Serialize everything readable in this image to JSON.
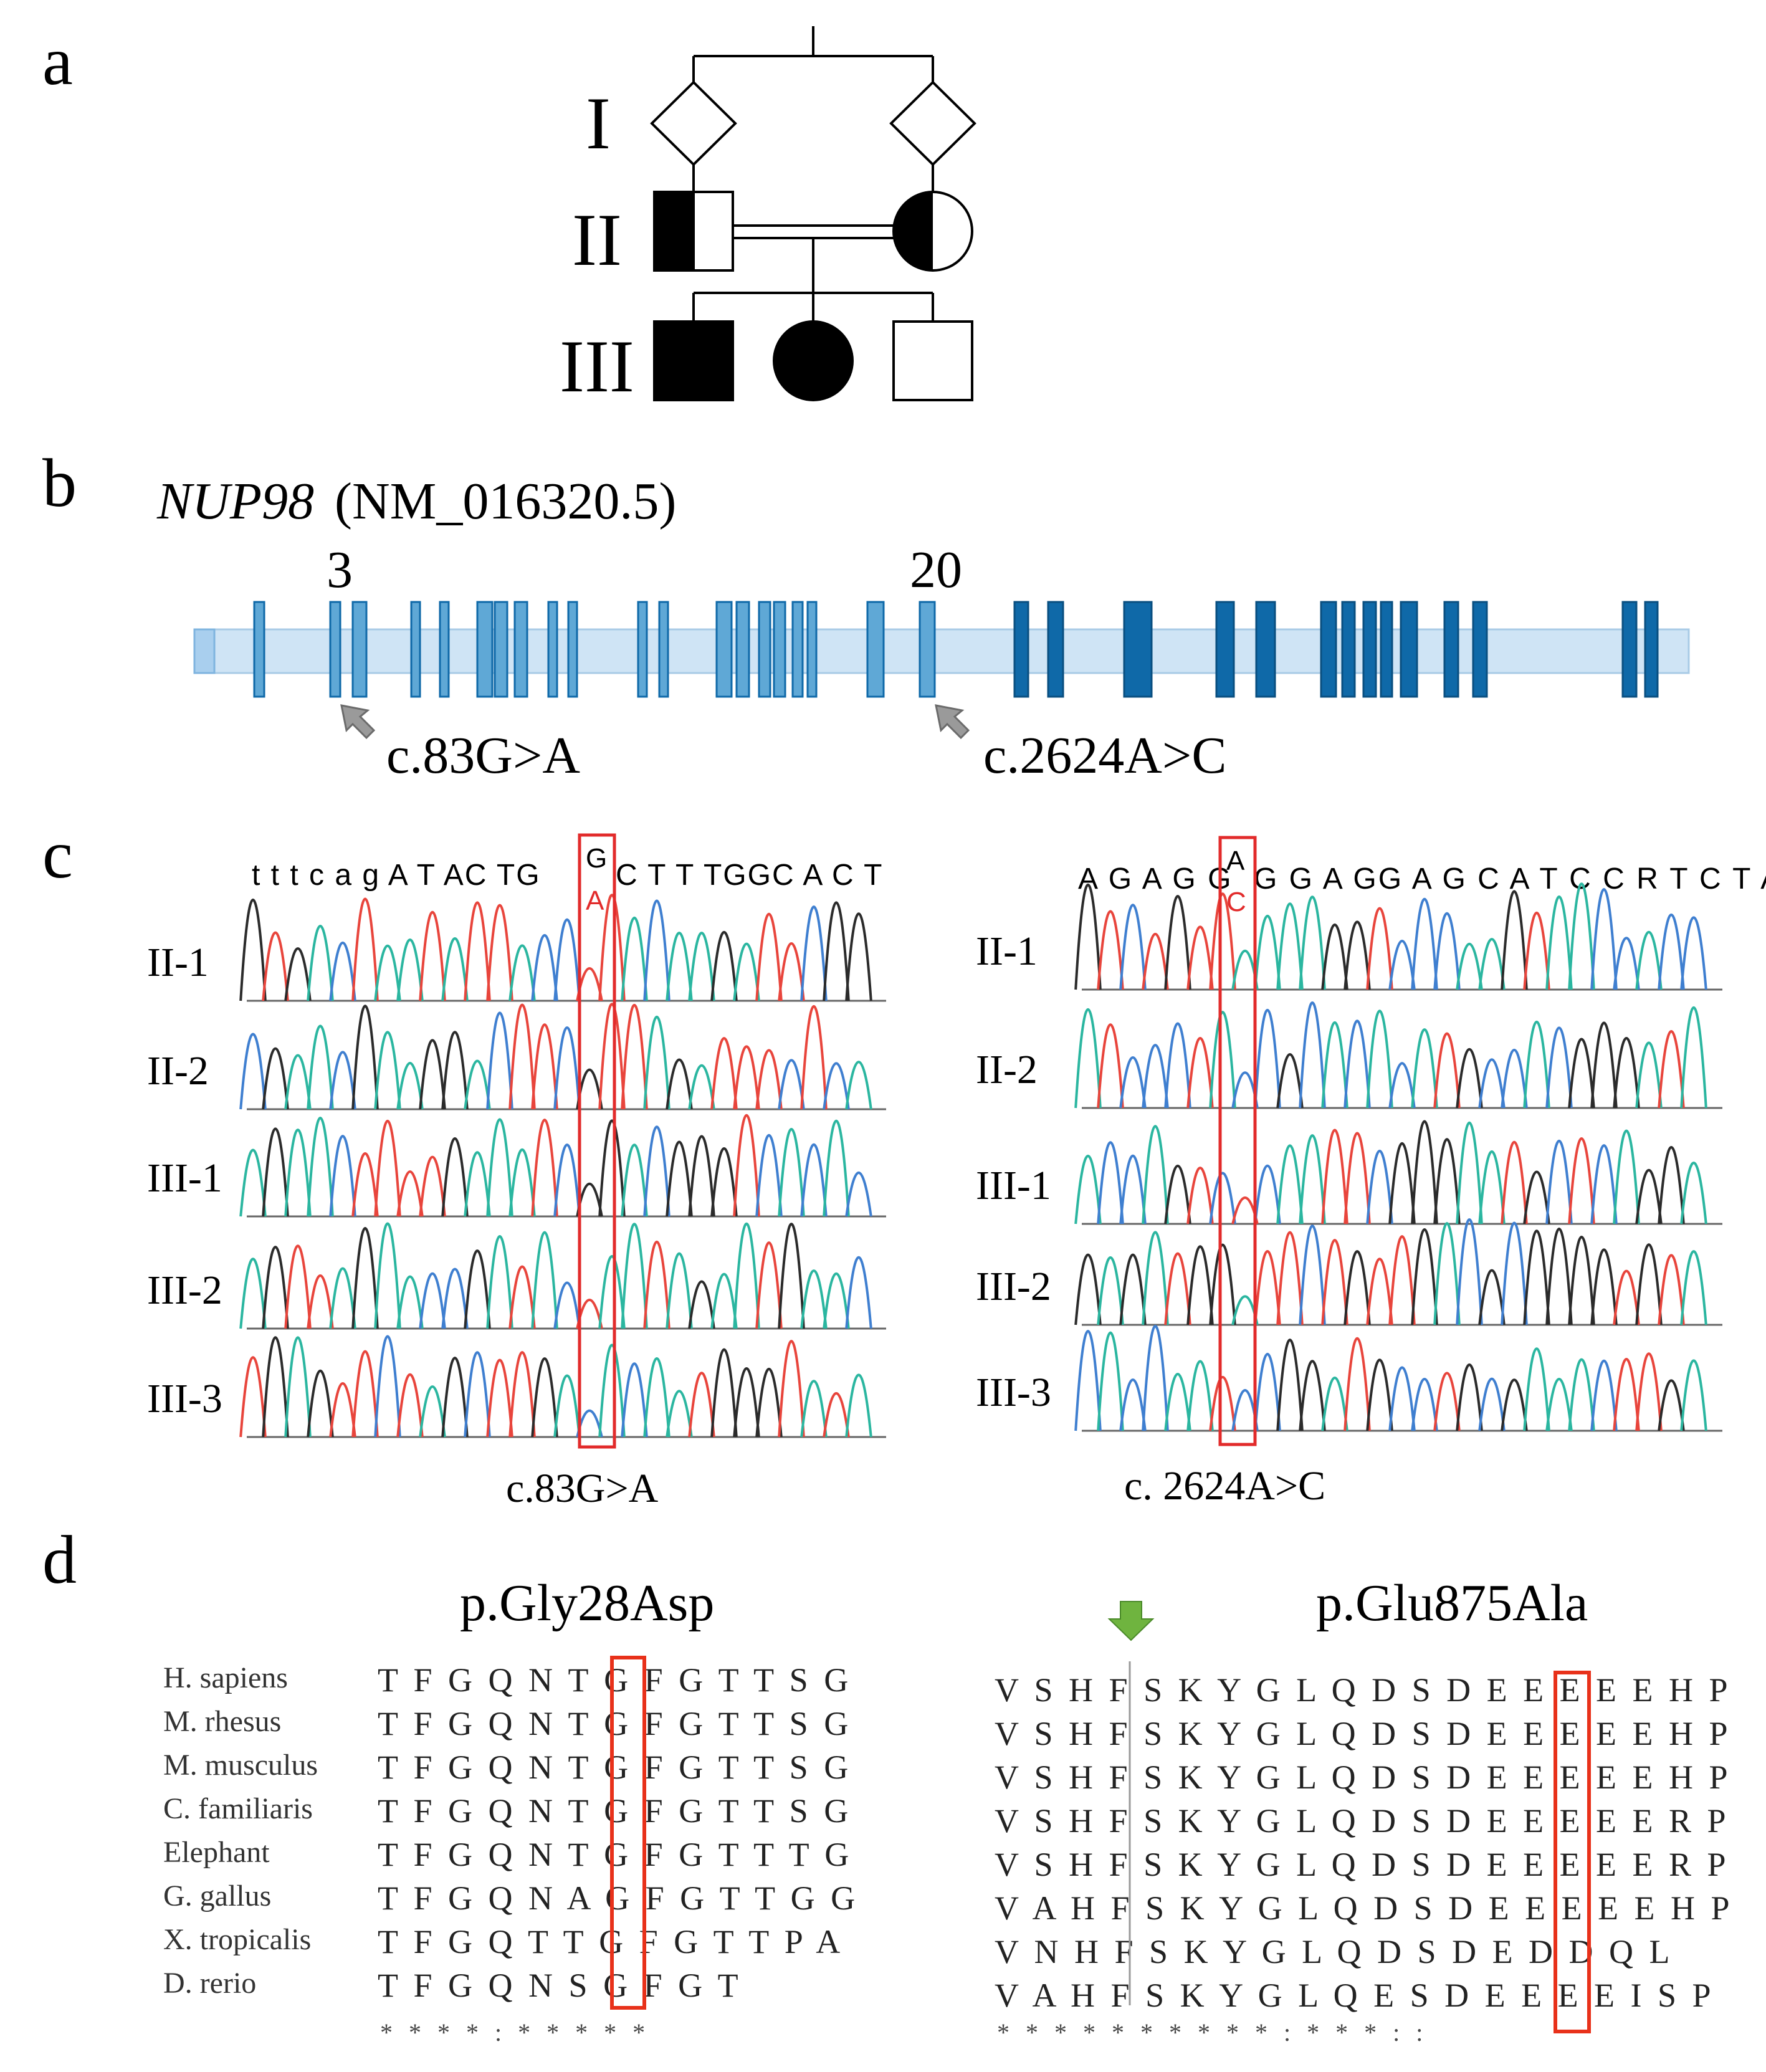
{
  "panel_labels": [
    "a",
    "b",
    "c",
    "d"
  ],
  "pedigree": {
    "generations": [
      "I",
      "II",
      "III"
    ]
  },
  "gene": {
    "name": "NUP98",
    "accession": "(NM_016320.5)",
    "exon_labels": [
      "3",
      "20"
    ],
    "variants": [
      "c.83G>A",
      "c.2624A>C"
    ]
  },
  "chromatograms": [
    {
      "ref_prefix": "t t t c a g A T AC TG",
      "ref_suffix": "C T T TGGC A C T",
      "ref_base": "G",
      "alt_base": "A",
      "samples": [
        "II-1",
        "II-2",
        "III-1",
        "III-2",
        "III-3"
      ],
      "caption": "c.83G>A"
    },
    {
      "ref_prefix": "A G A G G",
      "ref_suffix": "G G A GG A G C A T C C R T C  T A",
      "ref_base": "A",
      "alt_base": "C",
      "samples": [
        "II-1",
        "II-2",
        "III-1",
        "III-2",
        "III-3"
      ],
      "caption": "c. 2624A>C"
    }
  ],
  "alignment": {
    "species": [
      "H. sapiens",
      "M. rhesus",
      "M. musculus",
      "C. familiaris",
      "Elephant",
      "G. gallus",
      "X. tropicalis",
      "D. rerio"
    ],
    "left": {
      "title": "p.Gly28Asp",
      "rows": [
        "T F G Q N T G F G T T S G",
        "T F G Q N T G F G T T S G",
        "T F G Q N T G F G T T S G",
        "T F G Q N T G F G T T S G",
        "T F G Q N T G F G T T T G",
        "T F G Q N A G F G T T G G",
        "T F G Q T T G F G T T P A",
        "T F G Q N S G F G T"
      ],
      "conservation": "* * * * :     * * * * *"
    },
    "right": {
      "title": "p.Glu875Ala",
      "rows": [
        "V S H F S K Y G L Q D S D E E E E E H P",
        "V S H F S K Y G L Q D S D E E E E E H P",
        "V S H F S K Y G L Q D S D E E E E E H P",
        "V S H F S K Y G L Q D S D E E E E E R P",
        "V S H F S K Y G L Q D S D E E E E E R P",
        "V A H F S K Y G L Q D S D E E E E E H P",
        "V N H F S K Y G L Q D S D       E D D Q L",
        "V A H F S K Y G L Q E S D E E E E I  S P"
      ],
      "conservation": "*   * * * * * * * * * :  * *       * :       :"
    },
    "colors": {
      "highlight_box": "#e8311a",
      "arrow": "#6fb43f"
    }
  },
  "colors": {
    "exon_light": "#5fa8d6",
    "exon_dark": "#0f69a8",
    "backbone": "#cfe4f5",
    "trace_red": "#e8453c",
    "trace_green": "#2bb6a0",
    "trace_blue": "#3f7fd0",
    "trace_black": "#2b2b2b",
    "box_red": "#e22b2b"
  }
}
